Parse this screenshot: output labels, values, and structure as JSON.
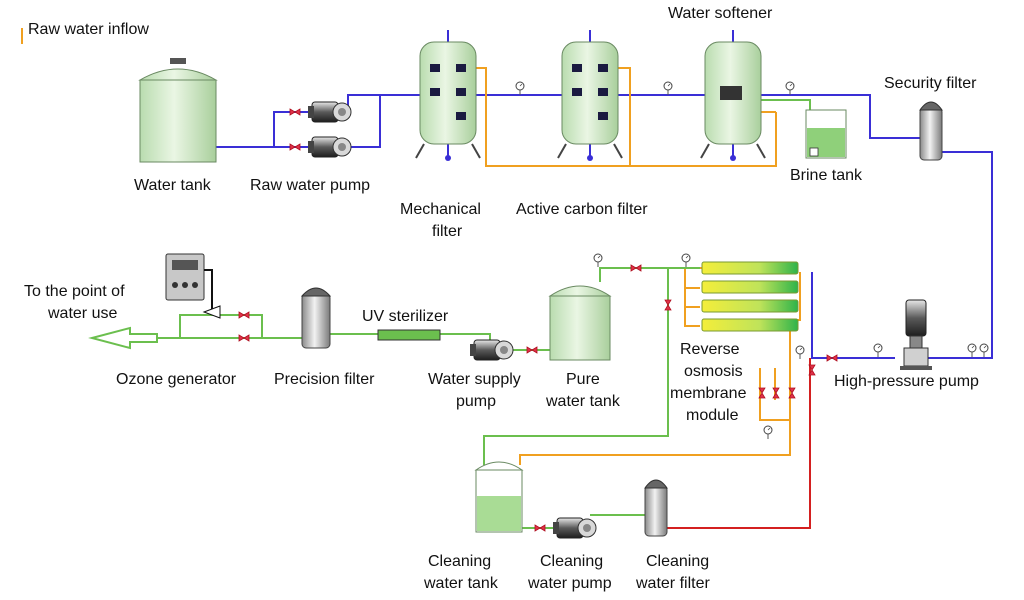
{
  "labels": {
    "raw_water_inflow": "Raw water inflow",
    "water_tank": "Water tank",
    "raw_water_pump": "Raw water pump",
    "mechanical_filter_1": "Mechanical",
    "mechanical_filter_2": "filter",
    "active_carbon_filter": "Active carbon filter",
    "water_softener": "Water softener",
    "brine_tank": "Brine tank",
    "security_filter": "Security filter",
    "to_point_of_use_1": "To the point of",
    "to_point_of_use_2": "water use",
    "ozone_generator": "Ozone generator",
    "precision_filter": "Precision filter",
    "uv_sterilizer": "UV sterilizer",
    "water_supply_pump_1": "Water supply",
    "water_supply_pump_2": "pump",
    "pure_water_tank_1": "Pure",
    "pure_water_tank_2": "water tank",
    "ro_module_1": "Reverse",
    "ro_module_2": "osmosis",
    "ro_module_3": "membrane",
    "ro_module_4": "module",
    "high_pressure_pump": "High-pressure pump",
    "cleaning_water_tank_1": "Cleaning",
    "cleaning_water_tank_2": "water tank",
    "cleaning_water_pump_1": "Cleaning",
    "cleaning_water_pump_2": "water pump",
    "cleaning_water_filter_1": "Cleaning",
    "cleaning_water_filter_2": "water filter"
  },
  "colors": {
    "raw_water_line": "#3a2fd6",
    "drain_line": "#f0a020",
    "product_line": "#6bbf4e",
    "cleaning_return_line": "#d42020",
    "vessel_green": "#cfe8c6",
    "valve_red": "#e0324a"
  }
}
